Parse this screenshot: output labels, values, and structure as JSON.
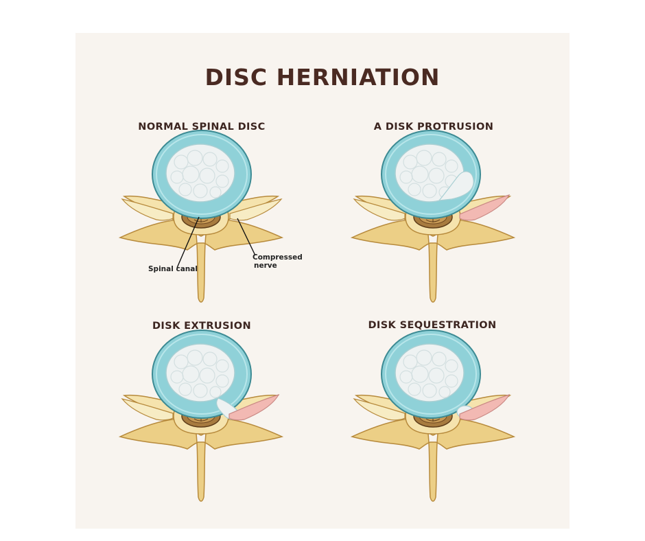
{
  "title": "DISC HERNIATION",
  "panels": [
    {
      "label": "NORMAL SPINAL DISC"
    },
    {
      "label": "A DISK PROTRUSION"
    },
    {
      "label": "DISK EXTRUSION"
    },
    {
      "label": "DISK SEQUESTRATION"
    }
  ],
  "callouts": {
    "spinal_canal": "Spinal canal",
    "compressed_nerve_line1": "Compressed",
    "compressed_nerve_line2": "nerve"
  },
  "colors": {
    "title": "#4a2a22",
    "bone": "#f1d79a",
    "bone_outline": "#b78a3c",
    "annulus": "#8fd1d8",
    "annulus_outline": "#3c8a93",
    "nucleus": "#eef2f2",
    "nerve_inflamed": "#f2b9b3",
    "canal": "#a77b3f"
  }
}
